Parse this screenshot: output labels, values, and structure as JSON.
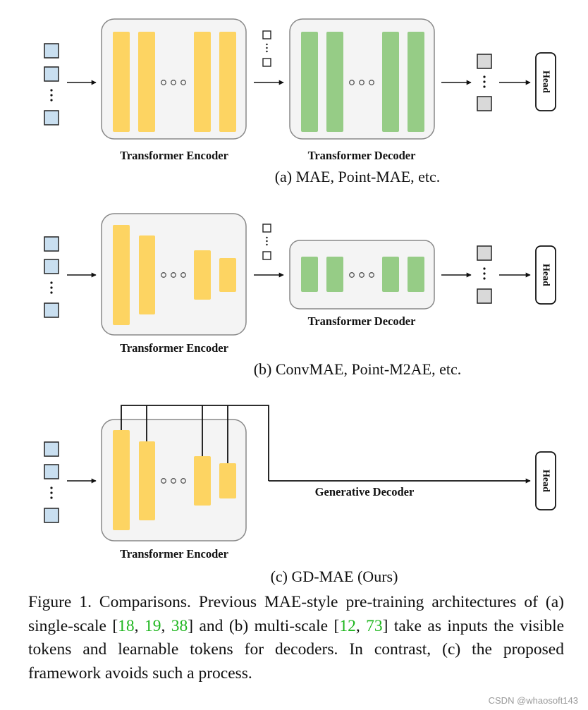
{
  "panels": [
    {
      "encoder_label": "Transformer Encoder",
      "decoder_label": "Transformer Decoder",
      "head_label": "Head",
      "caption": "(a) MAE, Point-MAE, etc."
    },
    {
      "encoder_label": "Transformer Encoder",
      "decoder_label": "Transformer Decoder",
      "head_label": "Head",
      "caption": "(b) ConvMAE, Point-M2AE, etc."
    },
    {
      "encoder_label": "Transformer Encoder",
      "decoder_label": "Generative Decoder",
      "head_label": "Head",
      "caption": "(c) GD-MAE (Ours)"
    }
  ],
  "figure_caption": {
    "part1": "Figure 1. Comparisons. Previous MAE-style pre-training architectures of (a) single-scale [",
    "ref1": "18",
    "sep1": ", ",
    "ref2": "19",
    "sep2": ", ",
    "ref3": "38",
    "part2": "] and (b) multi-scale [",
    "ref4": "12",
    "sep3": ", ",
    "ref5": "73",
    "part3": "] take as inputs the visible tokens and learnable tokens for decoders. In contrast, (c) the proposed framework avoids such a process."
  },
  "watermark": "CSDN @whaosoft143",
  "colors": {
    "input_token": "#c9dff0",
    "output_token": "#d9d9d9",
    "encoder_layer": "#fdd462",
    "decoder_layer": "#96cc86",
    "module_bg": "#f4f4f4",
    "reference_link": "#1db61d"
  }
}
